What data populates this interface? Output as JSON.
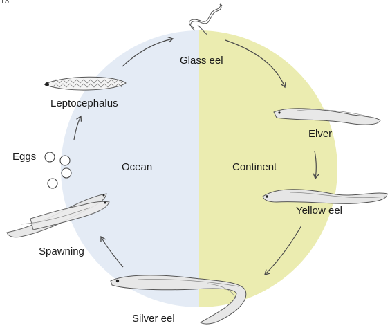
{
  "corner_text": "13",
  "regions": [
    {
      "label": "Ocean",
      "color": "#e4ebf5"
    },
    {
      "label": "Continent",
      "color": "#ebecb0"
    }
  ],
  "stages": [
    {
      "id": "glass-eel",
      "label": "Glass eel"
    },
    {
      "id": "elver",
      "label": "Elver"
    },
    {
      "id": "yellow-eel",
      "label": "Yellow eel"
    },
    {
      "id": "silver-eel",
      "label": "Silver eel"
    },
    {
      "id": "spawning",
      "label": "Spawning"
    },
    {
      "id": "eggs",
      "label": "Eggs"
    },
    {
      "id": "leptocephalus",
      "label": "Leptocephalus"
    }
  ],
  "stroke_color": "#4a4a4a"
}
